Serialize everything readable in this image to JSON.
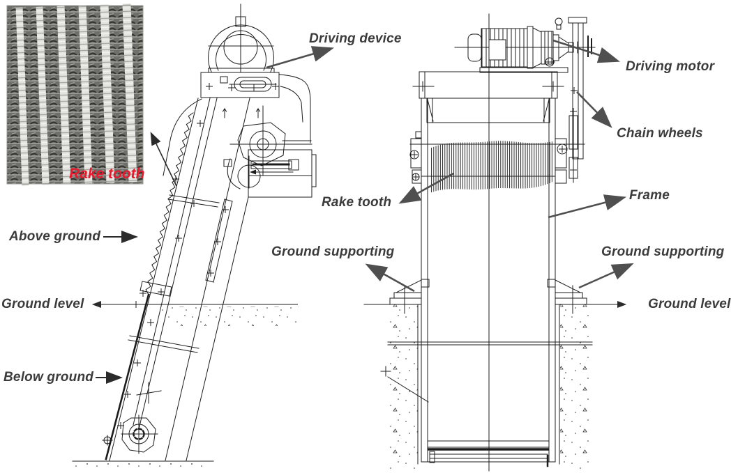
{
  "diagram": {
    "labels": {
      "driving_device": "Driving device",
      "driving_motor": "Driving motor",
      "chain_wheels": "Chain wheels",
      "rake_tooth": "Rake tooth",
      "frame": "Frame",
      "ground_supporting_left": "Ground supporting",
      "ground_supporting_right": "Ground supporting",
      "ground_level_left": "Ground level",
      "ground_level_right": "Ground level",
      "above_ground": "Above ground",
      "below_ground": "Below ground"
    },
    "photo": {
      "caption": "Rake tooth"
    },
    "colors": {
      "label_text": "#3b3b3b",
      "photo_caption_red": "#e8192c",
      "drawing_line": "#1c1c1c",
      "leader_arrow_gray": "#4f4f4f",
      "background": "#ffffff"
    }
  }
}
